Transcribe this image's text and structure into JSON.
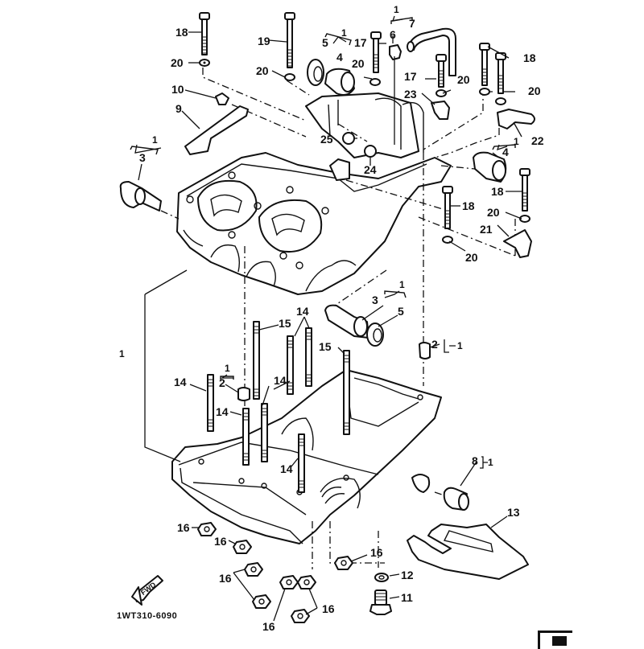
{
  "diagram": {
    "title": "Crankcase exploded parts diagram",
    "drawing_code": "1WT310-6090",
    "direction_indicator": "FWD",
    "callouts": [
      {
        "id": "c18a",
        "text": "18"
      },
      {
        "id": "c19",
        "text": "19"
      },
      {
        "id": "c20a",
        "text": "20"
      },
      {
        "id": "c20b",
        "text": "20"
      },
      {
        "id": "c10",
        "text": "10"
      },
      {
        "id": "c9",
        "text": "9"
      },
      {
        "id": "c1a",
        "text": "1"
      },
      {
        "id": "c3a",
        "text": "3"
      },
      {
        "id": "c1b",
        "text": "1"
      },
      {
        "id": "c5a",
        "text": "5"
      },
      {
        "id": "c4a",
        "text": "4"
      },
      {
        "id": "c17a",
        "text": "17"
      },
      {
        "id": "c20c",
        "text": "20"
      },
      {
        "id": "c1c",
        "text": "1"
      },
      {
        "id": "c7",
        "text": "7"
      },
      {
        "id": "c6",
        "text": "6"
      },
      {
        "id": "c18b",
        "text": "18"
      },
      {
        "id": "c17b",
        "text": "17"
      },
      {
        "id": "c20d",
        "text": "20"
      },
      {
        "id": "c20e",
        "text": "20"
      },
      {
        "id": "c23",
        "text": "23"
      },
      {
        "id": "c22",
        "text": "22"
      },
      {
        "id": "c25",
        "text": "25"
      },
      {
        "id": "c24",
        "text": "24"
      },
      {
        "id": "c1d",
        "text": "1"
      },
      {
        "id": "c4b",
        "text": "4"
      },
      {
        "id": "c18c",
        "text": "18"
      },
      {
        "id": "c18d",
        "text": "18"
      },
      {
        "id": "c20f",
        "text": "20"
      },
      {
        "id": "c21",
        "text": "21"
      },
      {
        "id": "c20g",
        "text": "20"
      },
      {
        "id": "c1e",
        "text": "1"
      },
      {
        "id": "c3b",
        "text": "3"
      },
      {
        "id": "c5b",
        "text": "5"
      },
      {
        "id": "c14a",
        "text": "14"
      },
      {
        "id": "c15a",
        "text": "15"
      },
      {
        "id": "c2a",
        "text": "2"
      },
      {
        "id": "c1f",
        "text": "1"
      },
      {
        "id": "c1g",
        "text": "1"
      },
      {
        "id": "c15b",
        "text": "15"
      },
      {
        "id": "c1h",
        "text": "1"
      },
      {
        "id": "c2b",
        "text": "2"
      },
      {
        "id": "c14b",
        "text": "14"
      },
      {
        "id": "c14c",
        "text": "14"
      },
      {
        "id": "c14d",
        "text": "14"
      },
      {
        "id": "c14e",
        "text": "14"
      },
      {
        "id": "c8",
        "text": "8"
      },
      {
        "id": "c1i",
        "text": "1"
      },
      {
        "id": "c13",
        "text": "13"
      },
      {
        "id": "c16a",
        "text": "16"
      },
      {
        "id": "c16b",
        "text": "16"
      },
      {
        "id": "c16c",
        "text": "16"
      },
      {
        "id": "c16d",
        "text": "16"
      },
      {
        "id": "c16e",
        "text": "16"
      },
      {
        "id": "c16f",
        "text": "16"
      },
      {
        "id": "c12",
        "text": "12"
      },
      {
        "id": "c11",
        "text": "11"
      }
    ]
  }
}
